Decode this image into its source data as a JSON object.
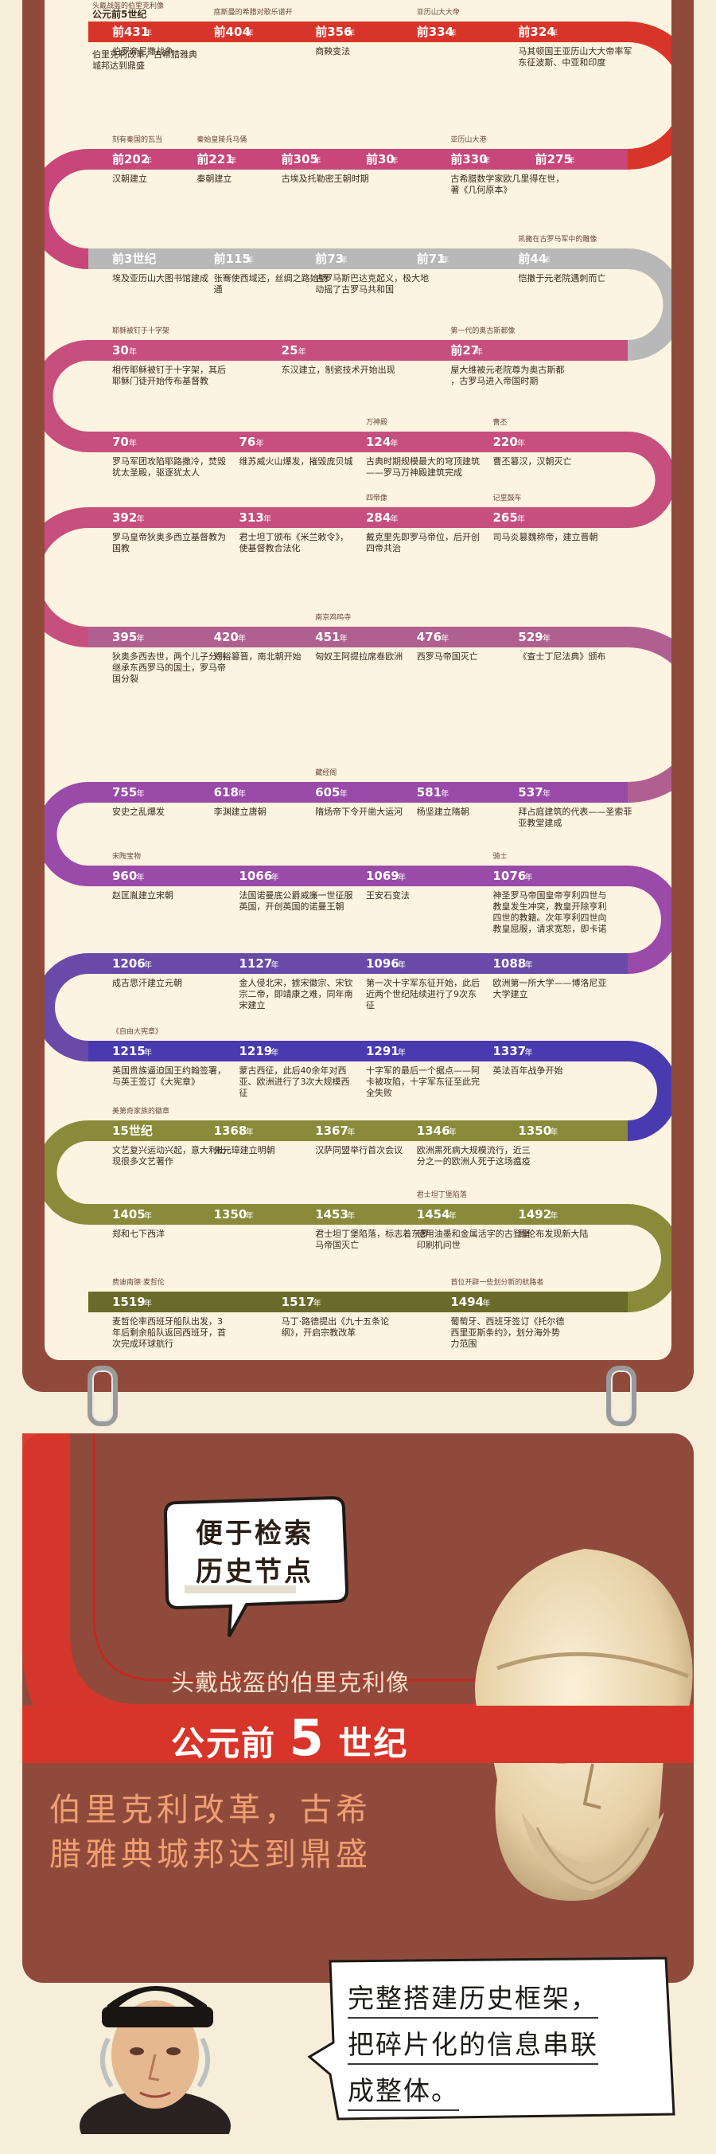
{
  "timeline": {
    "top_note": "头戴战盔的伯里克利像",
    "row1": [
      {
        "year": "前431",
        "label": "伯罗奔尼撒战争",
        "note": ""
      },
      {
        "year": "前404",
        "label": "",
        "note": "底斯曼的希腊对歌乐谱开"
      },
      {
        "year": "前356",
        "label": "商鞅变法",
        "note": ""
      },
      {
        "year": "前334",
        "label": "",
        "note": "亚历山大大帝"
      },
      {
        "year": "前324",
        "label": "马其顿国王亚历山大大帝率军东征波斯、中亚和印度",
        "note": ""
      }
    ],
    "row0_small": {
      "year": "公元前5世纪",
      "label": "伯里克利改革，古希腊雅典城邦达到鼎盛"
    },
    "row2": [
      {
        "year": "前202",
        "label": "汉朝建立",
        "note": "刻有秦国的瓦当"
      },
      {
        "year": "前221",
        "label": "秦朝建立",
        "note": "秦始皇陵兵马俑"
      },
      {
        "year": "前305",
        "label": "古埃及托勒密王朝时期",
        "note": ""
      },
      {
        "year": "前30",
        "label": "",
        "note": ""
      },
      {
        "year": "前330",
        "label": "古希腊数学家欧几里得在世，著《几何原本》",
        "note": "亚历山大港"
      },
      {
        "year": "前275",
        "label": "",
        "note": ""
      }
    ],
    "row3": [
      {
        "year": "前3世纪",
        "label": "埃及亚历山大图书馆建成",
        "note": ""
      },
      {
        "year": "前115",
        "label": "张骞使西域还，丝绸之路始畅通",
        "note": ""
      },
      {
        "year": "前73",
        "label": "古罗马斯巴达克起义，极大地动摇了古罗马共和国",
        "note": ""
      },
      {
        "year": "前71",
        "label": "",
        "note": ""
      },
      {
        "year": "前44",
        "label": "恺撒于元老院遇刺而亡",
        "note": "凯撒在古罗马军中的雕像"
      }
    ],
    "row4": [
      {
        "year": "30",
        "label": "相传耶稣被钉于十字架，其后耶稣门徒开始传布基督教",
        "note": "耶稣被钉于十字架"
      },
      {
        "year": "25",
        "label": "东汉建立，制瓷技术开始出现",
        "note": ""
      },
      {
        "year": "前27",
        "label": "屋大维被元老院尊为奥古斯都，古罗马进入帝国时期",
        "note": "第一代的奥古斯都像"
      }
    ],
    "row5": [
      {
        "year": "70",
        "label": "罗马军团攻陷耶路撒冷，焚毁犹太圣殿，驱逐犹太人",
        "note": ""
      },
      {
        "year": "76",
        "label": "维苏威火山爆发，摧毁庞贝城",
        "note": ""
      },
      {
        "year": "124",
        "label": "古典时期规模最大的穹顶建筑——罗马万神殿建筑完成",
        "note": "万神殿"
      },
      {
        "year": "220",
        "label": "曹丕篡汉，汉朝灭亡",
        "note": "曹丕"
      }
    ],
    "row6": [
      {
        "year": "392",
        "label": "罗马皇帝狄奥多西立基督教为国教",
        "note": ""
      },
      {
        "year": "313",
        "label": "君士坦丁颁布《米兰敕令》，使基督教合法化",
        "note": ""
      },
      {
        "year": "284",
        "label": "戴克里先即罗马帝位，后开创四帝共治",
        "note": "四帝像"
      },
      {
        "year": "265",
        "label": "司马炎篡魏称帝，建立晋朝",
        "note": "记里鼓车"
      }
    ],
    "row7": [
      {
        "year": "395",
        "label": "狄奥多西去世，两个儿子分别继承东西罗马的国土，罗马帝国分裂",
        "note": ""
      },
      {
        "year": "420",
        "label": "刘裕篡晋，南北朝开始",
        "note": ""
      },
      {
        "year": "451",
        "label": "匈奴王阿提拉席卷欧洲",
        "note": "南京鸡鸣寺"
      },
      {
        "year": "476",
        "label": "西罗马帝国灭亡",
        "note": ""
      },
      {
        "year": "529",
        "label": "《查士丁尼法典》颁布",
        "note": ""
      }
    ],
    "row8": [
      {
        "year": "755",
        "label": "安史之乱爆发",
        "note": ""
      },
      {
        "year": "618",
        "label": "李渊建立唐朝",
        "note": ""
      },
      {
        "year": "605",
        "label": "隋炀帝下令开凿大运河",
        "note": "藏经阁"
      },
      {
        "year": "581",
        "label": "杨坚建立隋朝",
        "note": ""
      },
      {
        "year": "537",
        "label": "拜占庭建筑的代表——圣索菲亚教堂建成",
        "note": ""
      }
    ],
    "row9": [
      {
        "year": "960",
        "label": "赵匡胤建立宋朝",
        "note": "宋陶宝物"
      },
      {
        "year": "1066",
        "label": "法国诺曼底公爵威廉一世征服英国，开创英国的诺曼王朝",
        "note": ""
      },
      {
        "year": "1069",
        "label": "王安石变法",
        "note": ""
      },
      {
        "year": "1076",
        "label": "神圣罗马帝国皇帝亨利四世与教皇发生冲突，教皇开除亨利四世的教籍。次年亨利四世向教皇屈服，请求宽恕，即卡诺莎晤屈辱事件",
        "note": "骑士"
      }
    ],
    "row10": [
      {
        "year": "1206",
        "label": "成吉思汗建立元朝",
        "note": ""
      },
      {
        "year": "1127",
        "label": "金人侵北宋，掳宋徽宗、宋钦宗二帝，即靖康之难，同年南宋建立",
        "note": ""
      },
      {
        "year": "1096",
        "label": "第一次十字军东征开始，此后近两个世纪陆续进行了9次东征",
        "note": ""
      },
      {
        "year": "1088",
        "label": "欧洲第一所大学——博洛尼亚大学建立",
        "note": ""
      }
    ],
    "row11": [
      {
        "year": "1215",
        "label": "英国贵族逼迫国王约翰签署，与英王签订《大宪章》",
        "note": "《自由大宪章》"
      },
      {
        "year": "1219",
        "label": "蒙古西征，此后40余年对西亚、欧洲进行了3次大规模西征",
        "note": ""
      },
      {
        "year": "1291",
        "label": "十字军的最后一个据点——阿卡被攻陷，十字军东征至此完全失败",
        "note": ""
      },
      {
        "year": "1337",
        "label": "英法百年战争开始",
        "note": ""
      }
    ],
    "row12": [
      {
        "year": "15世纪",
        "label": "文艺复兴运动兴起，意大利出现很多文艺著作",
        "note": "美第奇家族的徽章"
      },
      {
        "year": "1368",
        "label": "朱元璋建立明朝",
        "note": ""
      },
      {
        "year": "1367",
        "label": "汉萨同盟举行首次会议",
        "note": ""
      },
      {
        "year": "1346",
        "label": "欧洲黑死病大规模流行，近三分之一的欧洲人死于这场瘟疫",
        "note": ""
      },
      {
        "year": "1350",
        "label": "",
        "note": ""
      }
    ],
    "row13": [
      {
        "year": "1405",
        "label": "郑和七下西洋",
        "note": ""
      },
      {
        "year": "1350",
        "label": "",
        "note": ""
      },
      {
        "year": "1453",
        "label": "君士坦丁堡陷落，标志着东罗马帝国灭亡",
        "note": ""
      },
      {
        "year": "1454",
        "label": "使用油墨和金属活字的古登堡印刷机问世",
        "note": "君士坦丁堡陷落"
      },
      {
        "year": "1492",
        "label": "哥伦布发现新大陆",
        "note": ""
      }
    ],
    "row14": [
      {
        "year": "1519",
        "label": "麦哲伦率西班牙船队出发，3年后剩余船队返回西班牙，首次完成环球航行",
        "note": "费迪南德·麦哲伦"
      },
      {
        "year": "1517",
        "label": "马丁·路德提出《九十五条论纲》，开启宗教改革",
        "note": ""
      },
      {
        "year": "1494",
        "label": "葡萄牙、西班牙签订《托尔德西里亚斯条约》，划分海外势力范围",
        "note": "首位开辟一些划分新的航路者"
      }
    ],
    "suffix_bc": "前",
    "suffix_year": "年"
  },
  "callout": {
    "bubble_line1": "便于检索",
    "bubble_line2": "历史节点",
    "subtitle": "头戴战盔的伯里克利像",
    "era_prefix": "公元前",
    "era_number": "5",
    "era_suffix": "世纪",
    "desc_line1": "伯里克利改革，古希",
    "desc_line2": "腊雅典城邦达到鼎盛"
  },
  "footer_note": {
    "line1": "完整搭建历史框架，",
    "line2": "把碎片化的信息串联",
    "line3": "成整体。"
  },
  "colors": {
    "frame": "#8f4a3c",
    "poster": "#fcf3e0",
    "accent_red": "#d8352a"
  }
}
